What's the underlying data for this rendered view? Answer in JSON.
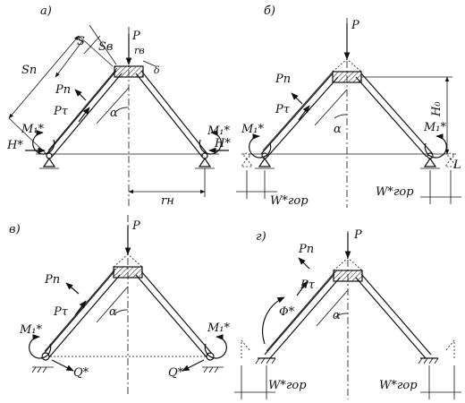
{
  "panels": {
    "a": {
      "tag": "а)",
      "P": "P",
      "S": "S",
      "Sn": "Sп",
      "Se": "Sв",
      "rv": "rв",
      "delta": "δ",
      "Pn": "Pп",
      "Pt": "Pτ",
      "alpha": "α",
      "M_left": "M₁*",
      "M_right": "M₁*",
      "H_left": "H*",
      "H_right": "H*",
      "rH": "rн"
    },
    "b": {
      "tag": "б)",
      "P": "P",
      "Pn": "Pп",
      "Pt": "Pτ",
      "alpha": "α",
      "H0": "H₀",
      "M_left": "M₁*",
      "M_right": "M₁*",
      "W_left": "W*гор",
      "W_right": "W*гор",
      "L": "L"
    },
    "c": {
      "tag": "в)",
      "P": "P",
      "Pn": "Pп",
      "Pt": "Pτ",
      "alpha": "α",
      "M_left": "M₁*",
      "M_right": "M₁*",
      "Q_left": "Q*",
      "Q_right": "Q*"
    },
    "d": {
      "tag": "г)",
      "P": "P",
      "Pn": "Pп",
      "Pt": "Pτ",
      "phi": "Φ*",
      "alpha": "α",
      "W_left": "W*гор",
      "W_right": "W*гор"
    }
  }
}
